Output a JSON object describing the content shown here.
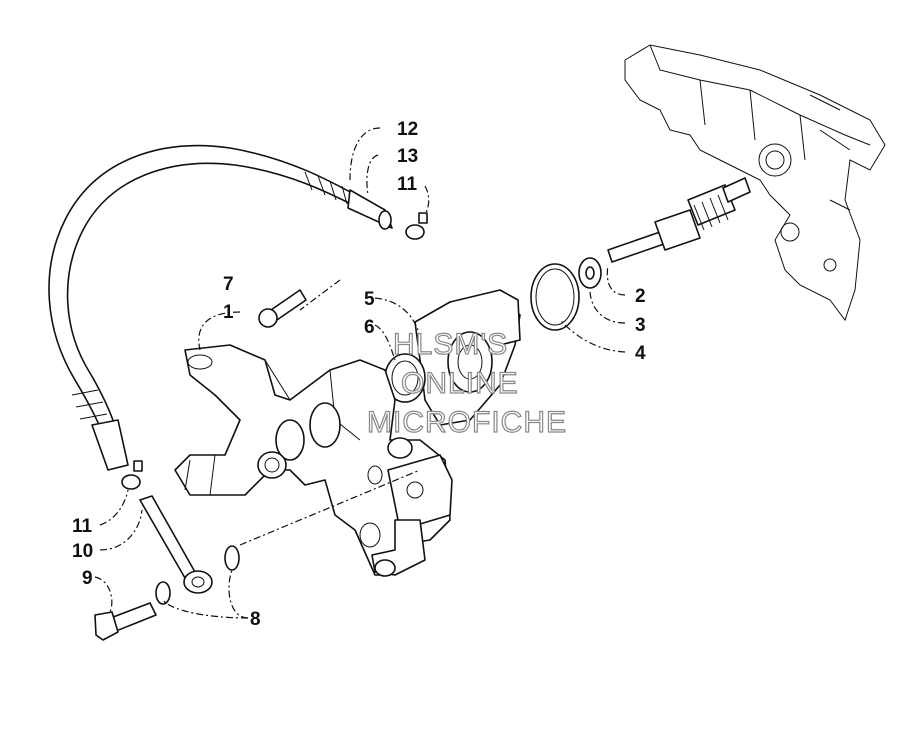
{
  "watermark": {
    "line1": "HLSM'S",
    "line2": "ONLINE",
    "line3": "MICROFICHE"
  },
  "callouts": [
    {
      "id": "c1",
      "label": "1"
    },
    {
      "id": "c2",
      "label": "2"
    },
    {
      "id": "c3",
      "label": "3"
    },
    {
      "id": "c4",
      "label": "4"
    },
    {
      "id": "c5",
      "label": "5"
    },
    {
      "id": "c6",
      "label": "6"
    },
    {
      "id": "c7",
      "label": "7"
    },
    {
      "id": "c8",
      "label": "8"
    },
    {
      "id": "c9",
      "label": "9"
    },
    {
      "id": "c10",
      "label": "10"
    },
    {
      "id": "c11a",
      "label": "11"
    },
    {
      "id": "c11b",
      "label": "11"
    },
    {
      "id": "c12",
      "label": "12"
    },
    {
      "id": "c13",
      "label": "13"
    }
  ]
}
